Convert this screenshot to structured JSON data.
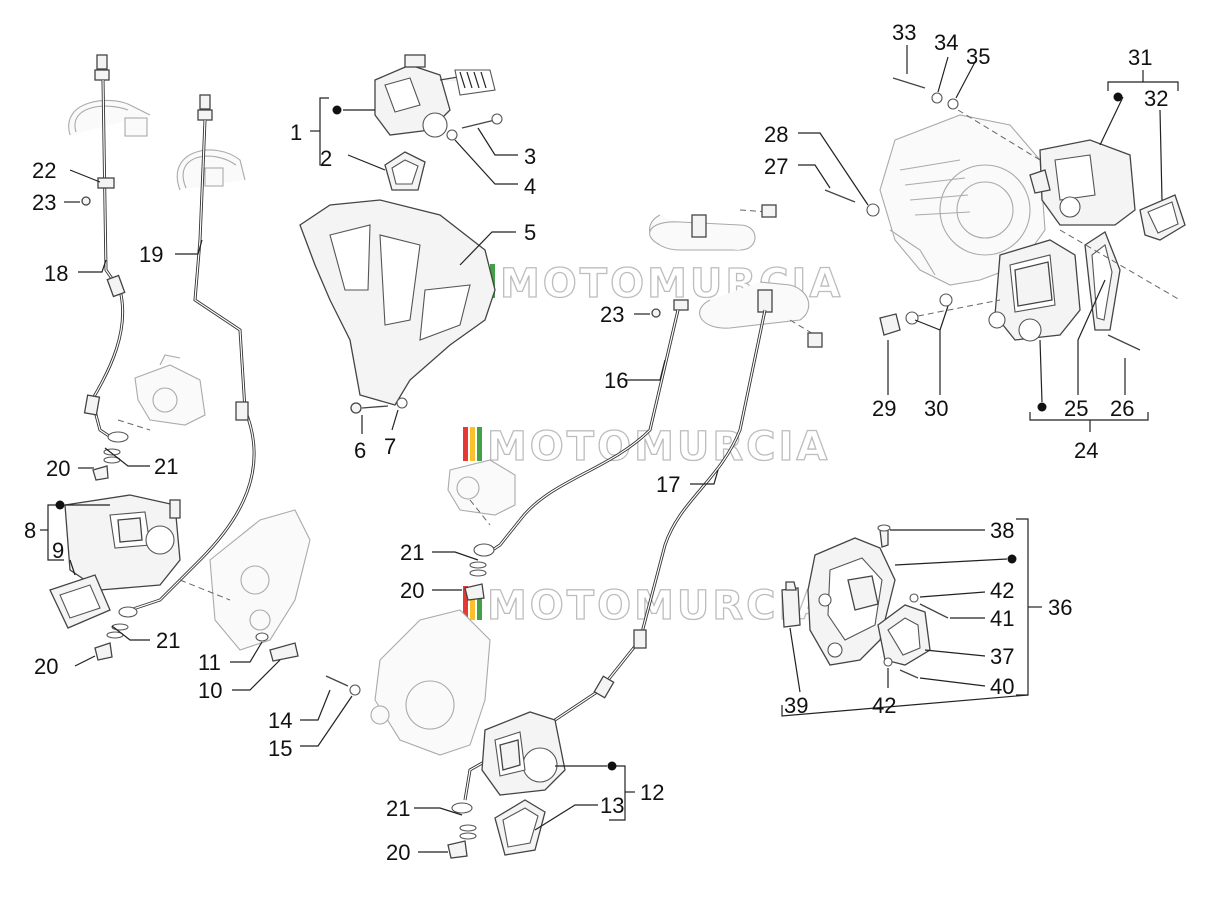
{
  "diagram": {
    "watermark_text": "MOTOMURCIA",
    "watermark_colors": [
      "#e53935",
      "#fbc02d",
      "#43a047"
    ],
    "callouts": [
      {
        "id": "c1",
        "text": "1"
      },
      {
        "id": "c2",
        "text": "2"
      },
      {
        "id": "c3",
        "text": "3"
      },
      {
        "id": "c4",
        "text": "4"
      },
      {
        "id": "c5",
        "text": "5"
      },
      {
        "id": "c6",
        "text": "6"
      },
      {
        "id": "c7",
        "text": "7"
      },
      {
        "id": "c8",
        "text": "8"
      },
      {
        "id": "c9",
        "text": "9"
      },
      {
        "id": "c10",
        "text": "10"
      },
      {
        "id": "c11",
        "text": "11"
      },
      {
        "id": "c12",
        "text": "12"
      },
      {
        "id": "c13",
        "text": "13"
      },
      {
        "id": "c14",
        "text": "14"
      },
      {
        "id": "c15",
        "text": "15"
      },
      {
        "id": "c16",
        "text": "16"
      },
      {
        "id": "c17",
        "text": "17"
      },
      {
        "id": "c18",
        "text": "18"
      },
      {
        "id": "c19",
        "text": "19"
      },
      {
        "id": "c20a",
        "text": "20"
      },
      {
        "id": "c20b",
        "text": "20"
      },
      {
        "id": "c20c",
        "text": "20"
      },
      {
        "id": "c20d",
        "text": "20"
      },
      {
        "id": "c21a",
        "text": "21"
      },
      {
        "id": "c21b",
        "text": "21"
      },
      {
        "id": "c21c",
        "text": "21"
      },
      {
        "id": "c21d",
        "text": "21"
      },
      {
        "id": "c22",
        "text": "22"
      },
      {
        "id": "c23a",
        "text": "23"
      },
      {
        "id": "c23b",
        "text": "23"
      },
      {
        "id": "c24",
        "text": "24"
      },
      {
        "id": "c25",
        "text": "25"
      },
      {
        "id": "c26",
        "text": "26"
      },
      {
        "id": "c27",
        "text": "27"
      },
      {
        "id": "c28",
        "text": "28"
      },
      {
        "id": "c29",
        "text": "29"
      },
      {
        "id": "c30",
        "text": "30"
      },
      {
        "id": "c31",
        "text": "31"
      },
      {
        "id": "c32",
        "text": "32"
      },
      {
        "id": "c33",
        "text": "33"
      },
      {
        "id": "c34",
        "text": "34"
      },
      {
        "id": "c35",
        "text": "35"
      },
      {
        "id": "c36",
        "text": "36"
      },
      {
        "id": "c37",
        "text": "37"
      },
      {
        "id": "c38",
        "text": "38"
      },
      {
        "id": "c39",
        "text": "39"
      },
      {
        "id": "c40",
        "text": "40"
      },
      {
        "id": "c41",
        "text": "41"
      },
      {
        "id": "c42a",
        "text": "42"
      },
      {
        "id": "c42b",
        "text": "42"
      }
    ]
  }
}
